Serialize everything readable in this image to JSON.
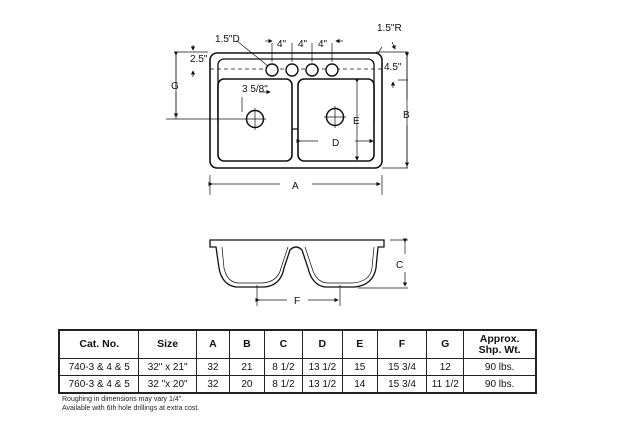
{
  "diagram": {
    "top_view_labels": {
      "hole_diameter": "1.5\"D",
      "spacing_1": "4\"",
      "spacing_2": "4\"",
      "spacing_3": "4\"",
      "corner_radius": "1.5\"R",
      "top_offset": "2.5\"",
      "right_offset": "4.5\"",
      "drain_offset": "3 5/8\"",
      "G": "G",
      "B": "B",
      "E": "E",
      "D": "D",
      "A": "A"
    },
    "side_view_labels": {
      "C": "C",
      "F": "F"
    }
  },
  "table": {
    "headers": [
      "Cat. No.",
      "Size",
      "A",
      "B",
      "C",
      "D",
      "E",
      "F",
      "G",
      "Approx.|Shp. Wt."
    ],
    "rows": [
      [
        "740-3 & 4 & 5",
        "32\" x 21\"",
        "32",
        "21",
        "8 1/2",
        "13 1/2",
        "15",
        "15 3/4",
        "12",
        "90 lbs."
      ],
      [
        "760-3 & 4 & 5",
        "32 \"x 20\"",
        "32",
        "20",
        "8 1/2",
        "13 1/2",
        "14",
        "15 3/4",
        "11 1/2",
        "90 lbs."
      ]
    ]
  },
  "notes": [
    "Roughing in dimensions may vary 1/4\".",
    "Available with 6th hole drillings at extra cost."
  ]
}
